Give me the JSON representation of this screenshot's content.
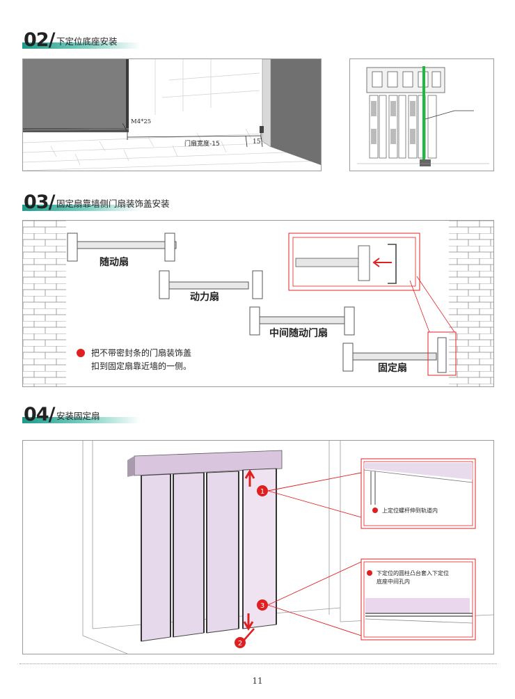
{
  "sections": [
    {
      "number": "02/",
      "title": "下定位底座安装"
    },
    {
      "number": "03/",
      "title": "固定扇靠墙侧门扇装饰盖安装"
    },
    {
      "number": "04/",
      "title": "安装固定扇"
    }
  ],
  "s02": {
    "label_screw": "M4*25",
    "label_width": "门扇宽度-15",
    "label_gap": "15"
  },
  "s03": {
    "panel_labels": [
      "随动扇",
      "动力扇",
      "中间随动门扇",
      "固定扇"
    ],
    "note_line1": "把不带密封条的门扇装饰盖",
    "note_line2": "扣到固定扇靠近墙的一侧。",
    "accent_color": "#e02020"
  },
  "s04": {
    "markers": [
      "1",
      "2",
      "3"
    ],
    "callout1": "上定位螺杆伸到轨道内",
    "callout2_line1": "下定位的圆柱凸台套入下定位",
    "callout2_line2": "底座中间孔内"
  },
  "page_number": "11"
}
